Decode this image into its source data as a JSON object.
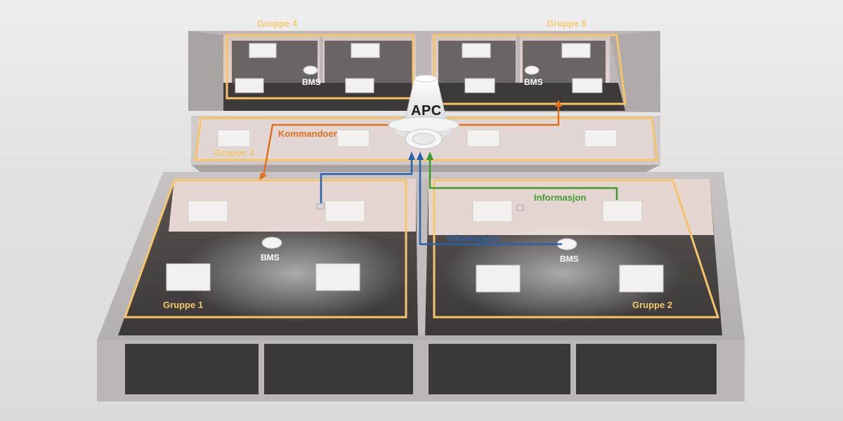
{
  "diagram": {
    "device_label": "APC",
    "groups": [
      {
        "id": "g1",
        "label": "Gruppe 1"
      },
      {
        "id": "g2",
        "label": "Gruppe 2"
      },
      {
        "id": "g3",
        "label": "Gruppe 3"
      },
      {
        "id": "g4",
        "label": "Gruppe 4"
      },
      {
        "id": "g5",
        "label": "Gruppe 5"
      }
    ],
    "sensor_label": "BMS",
    "connections": [
      {
        "id": "command",
        "label": "Kommandoer",
        "color": "#e2711d"
      },
      {
        "id": "info_green",
        "label": "Informasjon",
        "color": "#3f9b2c"
      },
      {
        "id": "info_blue",
        "label": "Informasjon",
        "color": "#2563ad"
      }
    ],
    "group_outline_color": "#f6c56a"
  }
}
